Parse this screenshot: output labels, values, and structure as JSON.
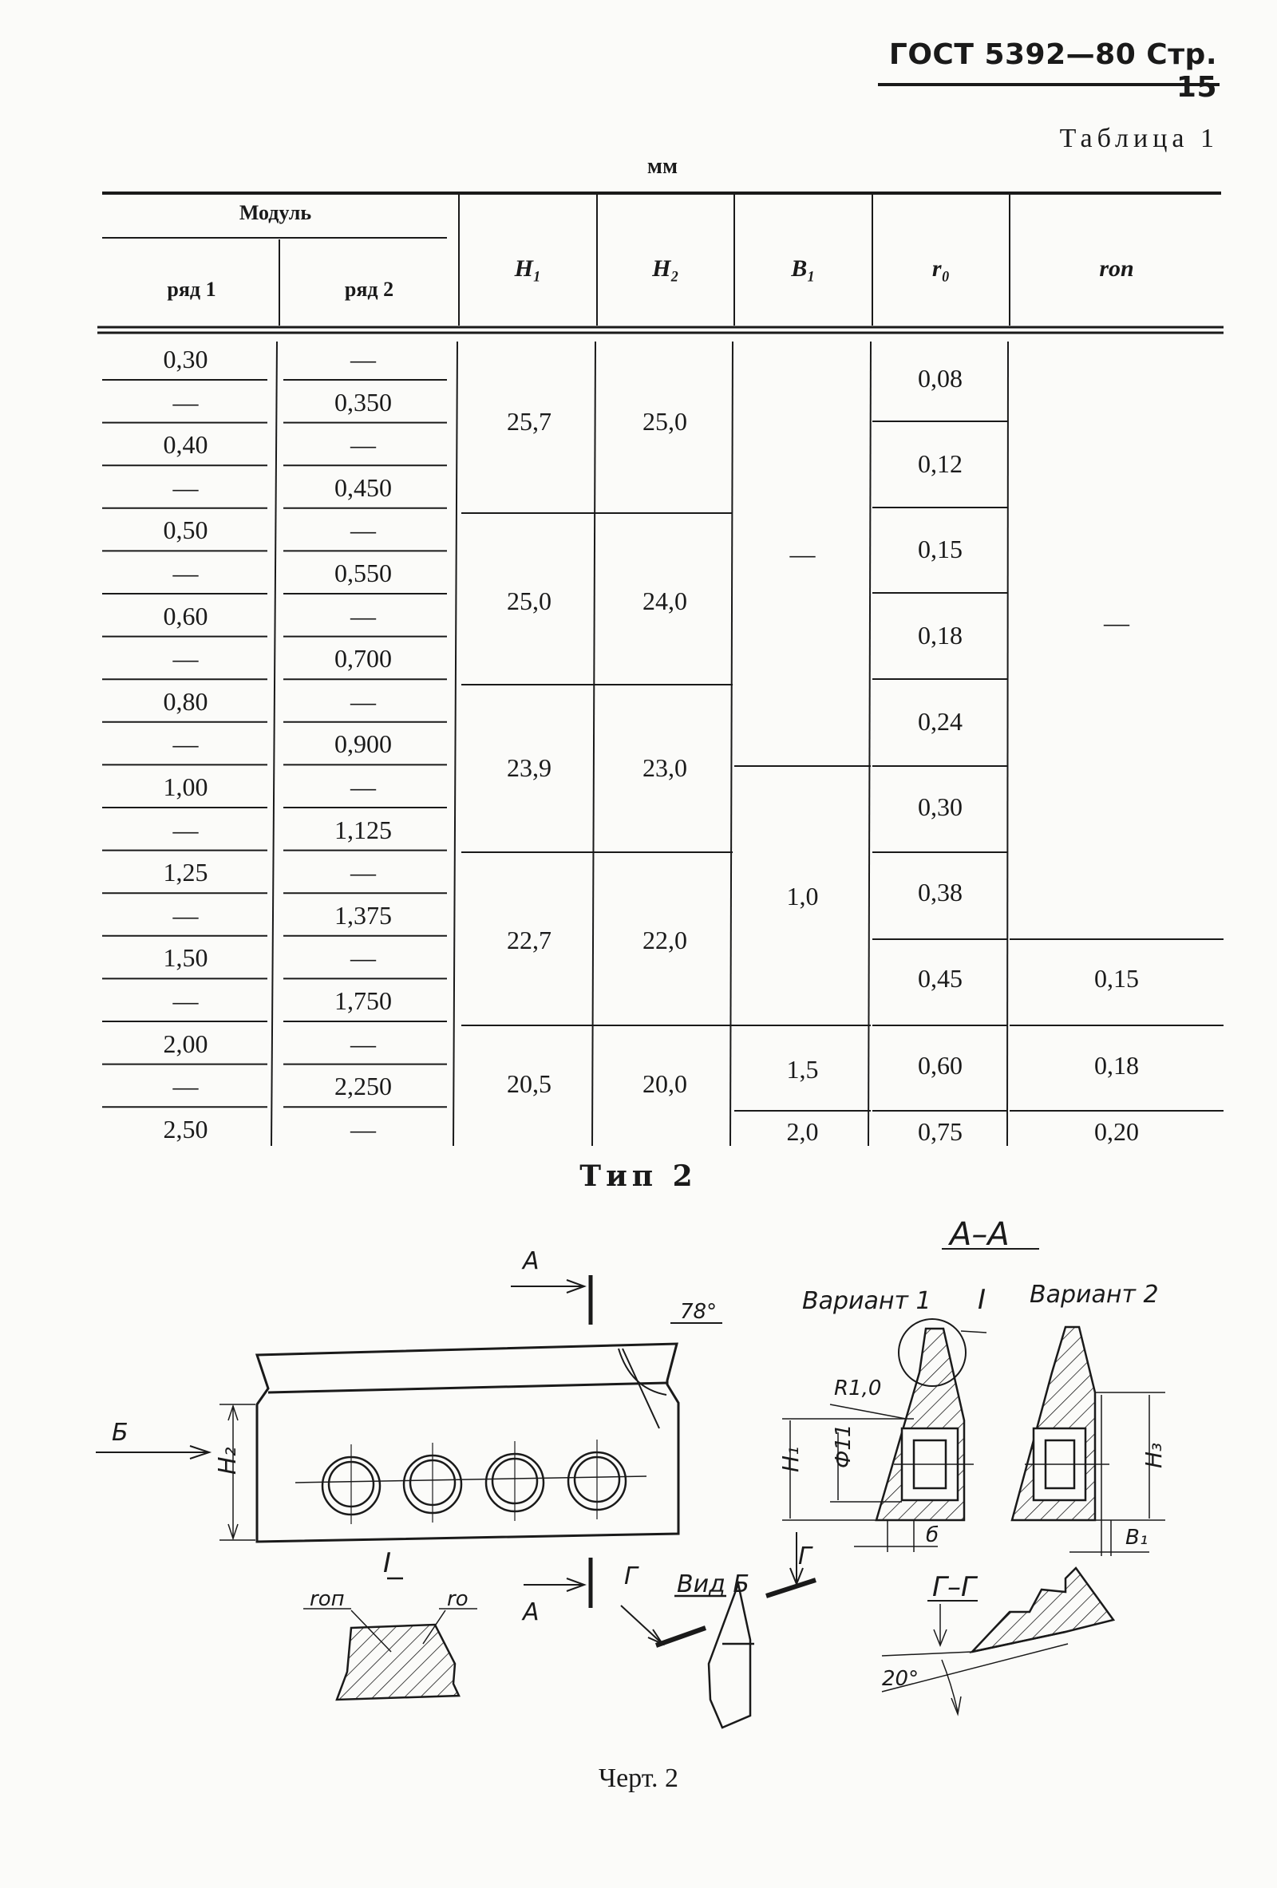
{
  "header": {
    "text": "ГОСТ 5392—80 Стр. 15"
  },
  "table": {
    "caption": "Таблица 1",
    "units": "мм",
    "headers": {
      "modul": "Модуль",
      "row1": "ряд 1",
      "row2": "ряд 2",
      "h1": "H₁",
      "h2": "H₂",
      "b1": "B₁",
      "r0": "r₀",
      "ron": "rоп"
    },
    "modul_rows": [
      [
        "0,30",
        "—"
      ],
      [
        "—",
        "0,350"
      ],
      [
        "0,40",
        "—"
      ],
      [
        "—",
        "0,450"
      ],
      [
        "0,50",
        "—"
      ],
      [
        "—",
        "0,550"
      ],
      [
        "0,60",
        "—"
      ],
      [
        "—",
        "0,700"
      ],
      [
        "0,80",
        "—"
      ],
      [
        "—",
        "0,900"
      ],
      [
        "1,00",
        "—"
      ],
      [
        "—",
        "1,125"
      ],
      [
        "1,25",
        "—"
      ],
      [
        "—",
        "1,375"
      ],
      [
        "1,50",
        "—"
      ],
      [
        "—",
        "1,750"
      ],
      [
        "2,00",
        "—"
      ],
      [
        "—",
        "2,250"
      ],
      [
        "2,50",
        "—"
      ]
    ],
    "h1_values": [
      "25,7",
      "25,0",
      "23,9",
      "22,7",
      "20,5"
    ],
    "h2_values": [
      "25,0",
      "24,0",
      "23,0",
      "22,0",
      "20,0"
    ],
    "b1_values": [
      "—",
      "1,0",
      "1,5",
      "2,0"
    ],
    "r0_values": [
      "0,08",
      "0,12",
      "0,15",
      "0,18",
      "0,24",
      "0,30",
      "0,38",
      "0,45",
      "0,60",
      "0,75"
    ],
    "ron_values": [
      "—",
      "0,15",
      "0,18",
      "0,20"
    ]
  },
  "figure": {
    "type_title": "Тип 2",
    "caption": "Черт. 2",
    "labels": {
      "section_a": "А",
      "angle_78": "78°",
      "view_b_arrow": "Б",
      "h2": "H₂",
      "detail_I": "I",
      "ron": "rоп",
      "r0": "rо",
      "aa_title": "А–А",
      "variant1": "Вариант 1",
      "variant2": "Вариант 2",
      "detail_I_mark": "I",
      "r10": "R1,0",
      "h1": "H₁",
      "phi11": "Ф11",
      "b": "б",
      "h3": "H₃",
      "b1": "B₁",
      "view_b": "Вид Б",
      "g": "Г",
      "gg": "Г–Г",
      "angle_20": "20°"
    }
  }
}
